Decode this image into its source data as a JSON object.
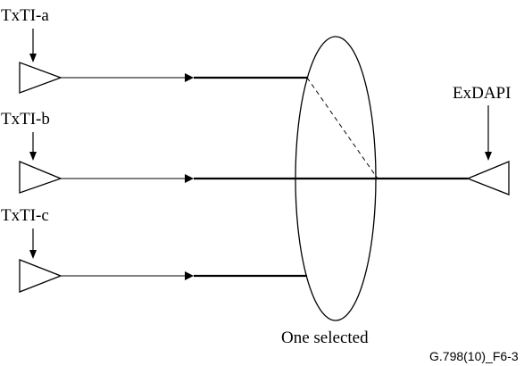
{
  "labels": {
    "txti_a": "TxTI-a",
    "txti_b": "TxTI-b",
    "txti_c": "TxTI-c",
    "exdapi": "ExDAPI",
    "selector_caption": "One selected",
    "figure_id": "G.798(10)_F6-3"
  },
  "colors": {
    "stroke": "#000000",
    "background": "#ffffff"
  }
}
